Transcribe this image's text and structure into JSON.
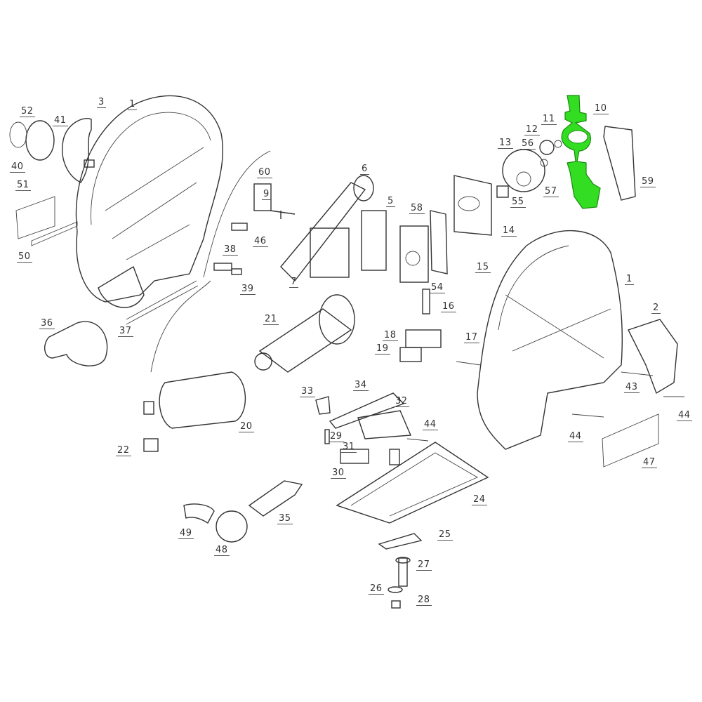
{
  "diagram": {
    "type": "exploded parts diagram",
    "highlight_color": "#33dd22",
    "highlighted_part": "10",
    "part_labels": [
      "52",
      "41",
      "3",
      "1",
      "40",
      "51",
      "50",
      "60",
      "9",
      "6",
      "5",
      "58",
      "46",
      "38",
      "39",
      "7",
      "14",
      "15",
      "54",
      "16",
      "10",
      "11",
      "12",
      "13",
      "56",
      "57",
      "55",
      "59",
      "1",
      "2",
      "36",
      "37",
      "21",
      "18",
      "19",
      "17",
      "43",
      "44",
      "44",
      "47",
      "33",
      "34",
      "32",
      "20",
      "22",
      "29",
      "31",
      "44",
      "30",
      "24",
      "35",
      "49",
      "48",
      "25",
      "27",
      "26",
      "28"
    ]
  }
}
